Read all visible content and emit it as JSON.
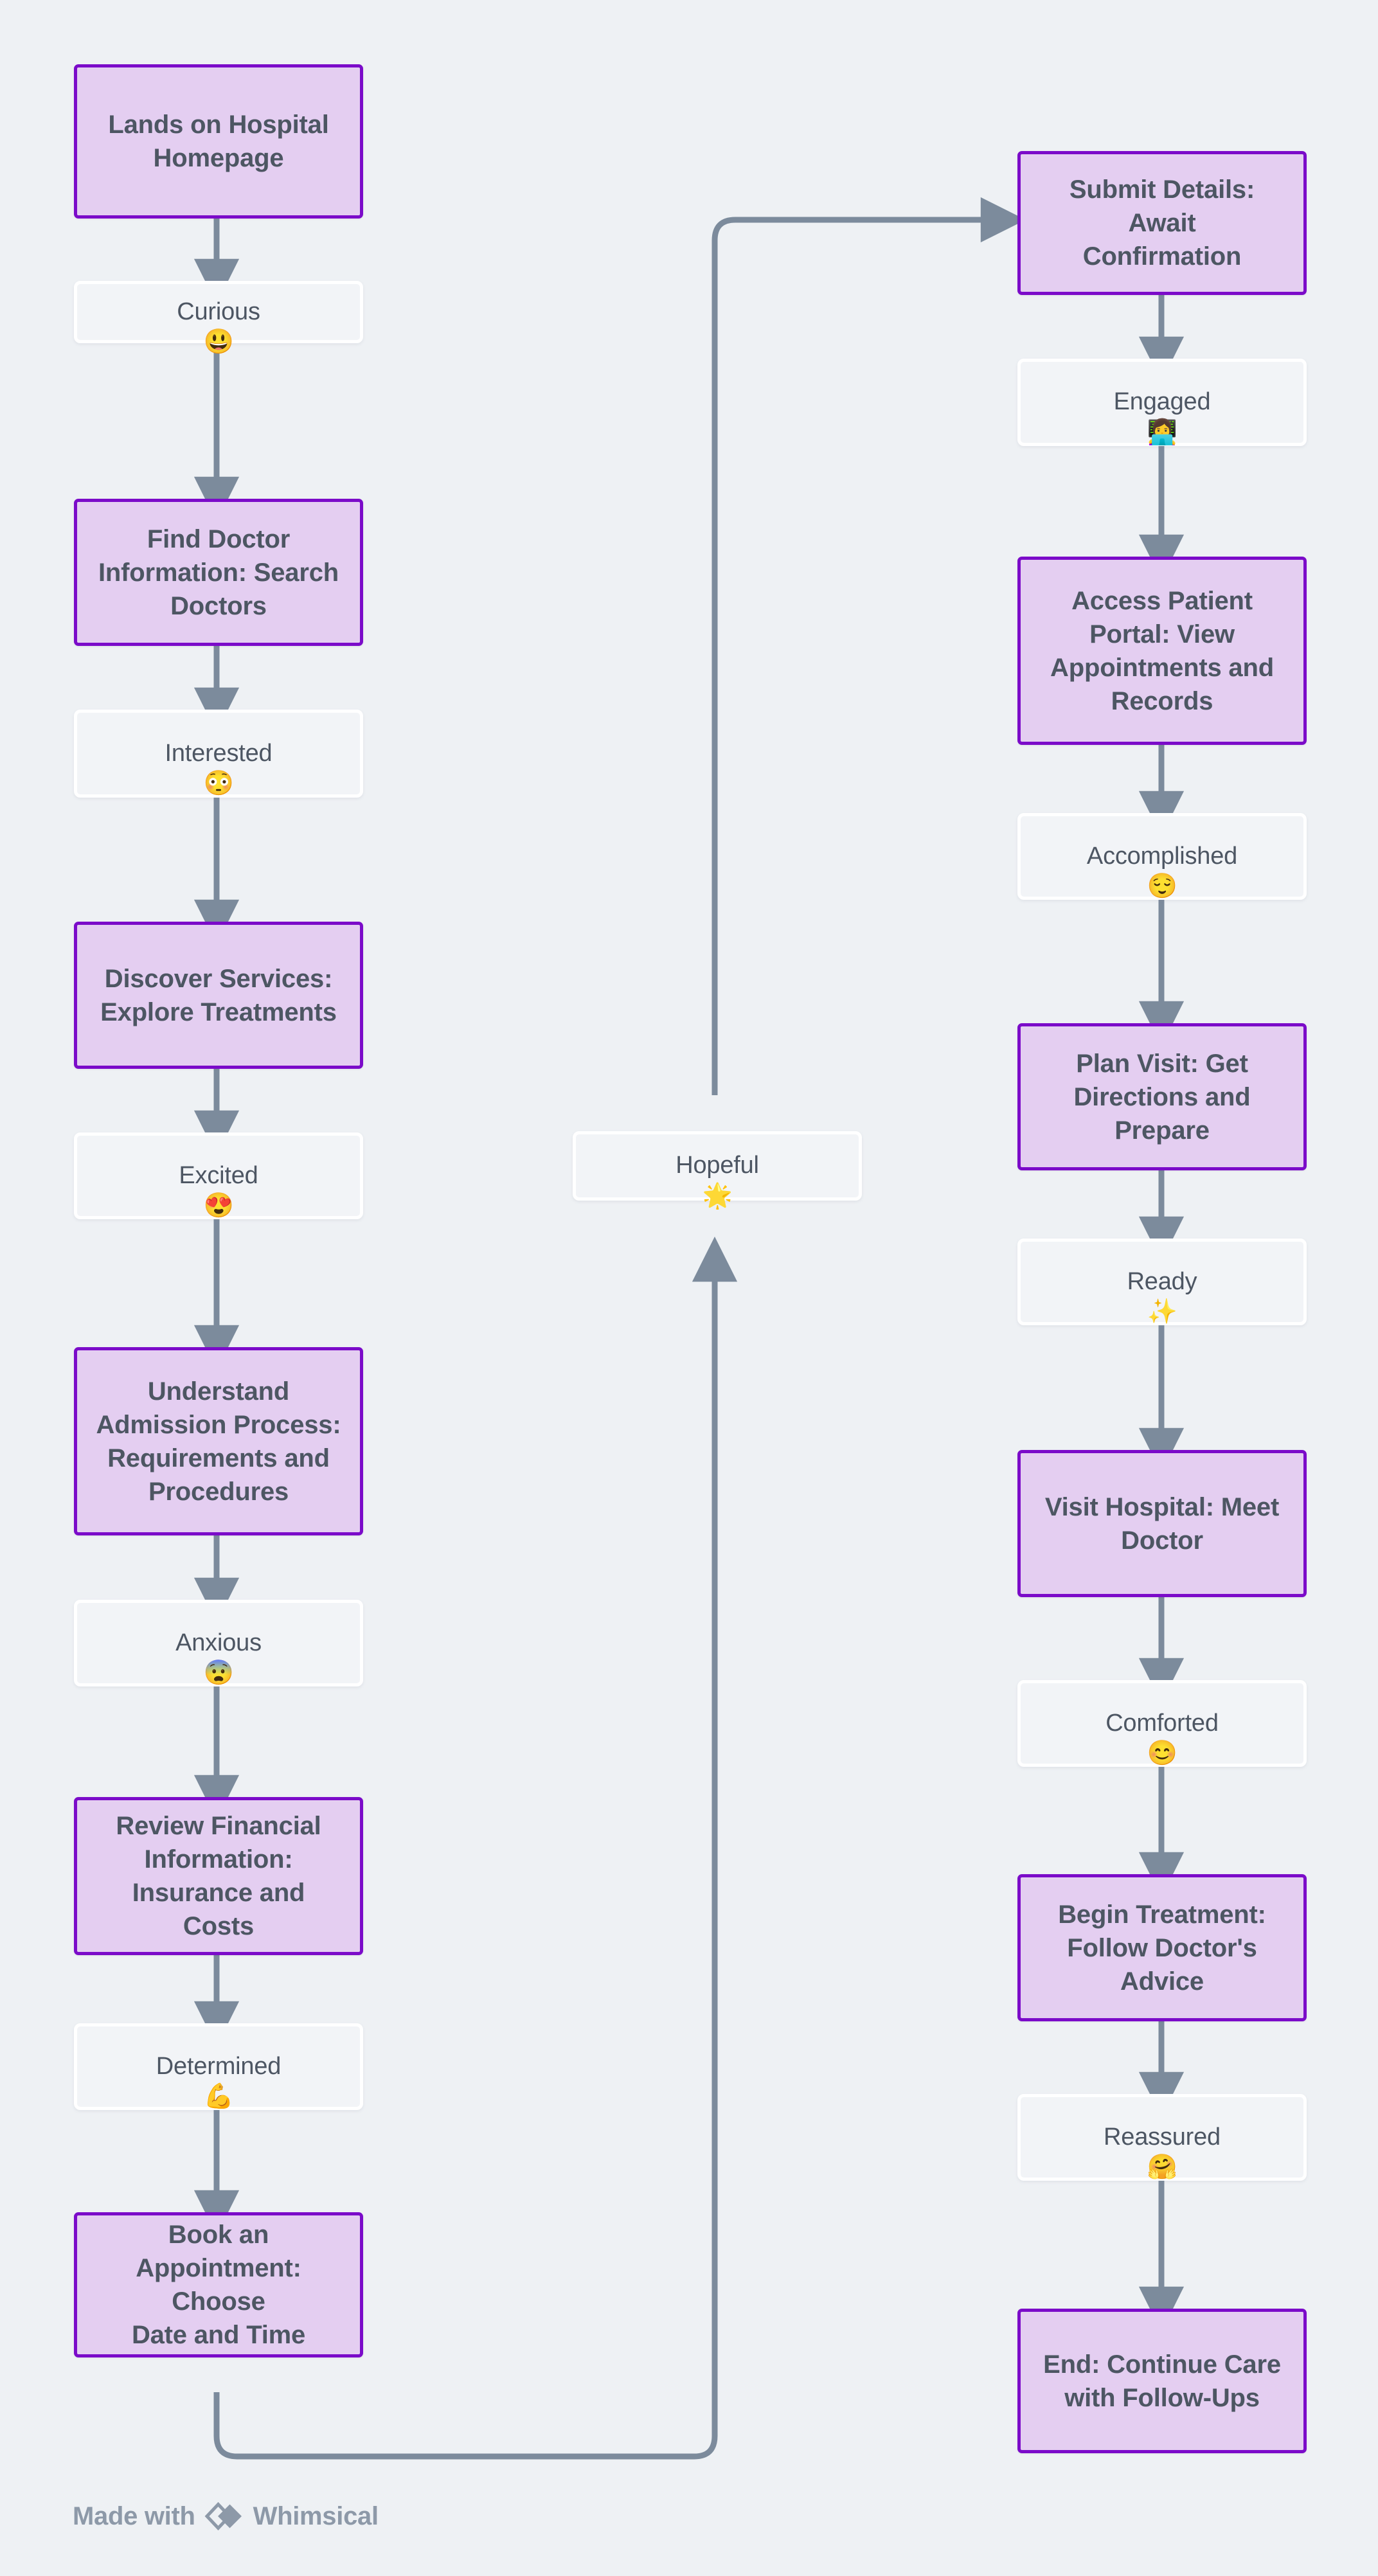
{
  "diagram": {
    "title": "Patient Hospital Website Journey Flowchart",
    "colors": {
      "background": "#eef1f4",
      "step_fill": "#e4cef1",
      "step_border": "#7b0bc9",
      "emotion_fill": "#f2f4f7",
      "emotion_border": "#ffffff",
      "text": "#4d5663",
      "connector": "#7c8b9c",
      "footer_text": "#8d99a8"
    }
  },
  "nodes": {
    "left_column": [
      {
        "id": "lands-on-hospital-homepage",
        "type": "step",
        "label": "Lands on Hospital\nHomepage"
      },
      {
        "id": "curious",
        "type": "emotion",
        "label": "Curious",
        "emoji": "😃"
      },
      {
        "id": "find-doctor-information",
        "type": "step",
        "label": "Find Doctor\nInformation: Search\nDoctors"
      },
      {
        "id": "interested",
        "type": "emotion",
        "label": "Interested",
        "emoji": "😳"
      },
      {
        "id": "discover-services",
        "type": "step",
        "label": "Discover Services:\nExplore Treatments"
      },
      {
        "id": "excited",
        "type": "emotion",
        "label": "Excited",
        "emoji": "😍"
      },
      {
        "id": "understand-admission-process",
        "type": "step",
        "label": "Understand\nAdmission Process:\nRequirements and\nProcedures"
      },
      {
        "id": "anxious",
        "type": "emotion",
        "label": "Anxious",
        "emoji": "😨"
      },
      {
        "id": "review-financial-information",
        "type": "step",
        "label": "Review Financial\nInformation:\nInsurance and Costs"
      },
      {
        "id": "determined",
        "type": "emotion",
        "label": "Determined",
        "emoji": "💪"
      },
      {
        "id": "book-an-appointment",
        "type": "step",
        "label": "Book an\nAppointment: Choose\nDate and Time"
      }
    ],
    "middle_column": [
      {
        "id": "hopeful",
        "type": "emotion",
        "label": "Hopeful",
        "emoji": "🌟"
      }
    ],
    "right_column": [
      {
        "id": "submit-details",
        "type": "step",
        "label": "Submit Details: Await\nConfirmation"
      },
      {
        "id": "engaged",
        "type": "emotion",
        "label": "Engaged",
        "emoji": "👩‍💻"
      },
      {
        "id": "access-patient-portal",
        "type": "step",
        "label": "Access Patient\nPortal: View\nAppointments and\nRecords"
      },
      {
        "id": "accomplished",
        "type": "emotion",
        "label": "Accomplished",
        "emoji": "😌"
      },
      {
        "id": "plan-visit",
        "type": "step",
        "label": "Plan Visit: Get\nDirections and\nPrepare"
      },
      {
        "id": "ready",
        "type": "emotion",
        "label": "Ready",
        "emoji": "✨"
      },
      {
        "id": "visit-hospital",
        "type": "step",
        "label": "Visit Hospital: Meet\nDoctor"
      },
      {
        "id": "comforted",
        "type": "emotion",
        "label": "Comforted",
        "emoji": "😊"
      },
      {
        "id": "begin-treatment",
        "type": "step",
        "label": "Begin Treatment:\nFollow Doctor's\nAdvice"
      },
      {
        "id": "reassured",
        "type": "emotion",
        "label": "Reassured",
        "emoji": "🤗"
      },
      {
        "id": "end-continue-care",
        "type": "step",
        "label": "End: Continue Care\nwith Follow-Ups"
      }
    ]
  },
  "footer": {
    "made_with": "Made with",
    "brand": "Whimsical"
  }
}
